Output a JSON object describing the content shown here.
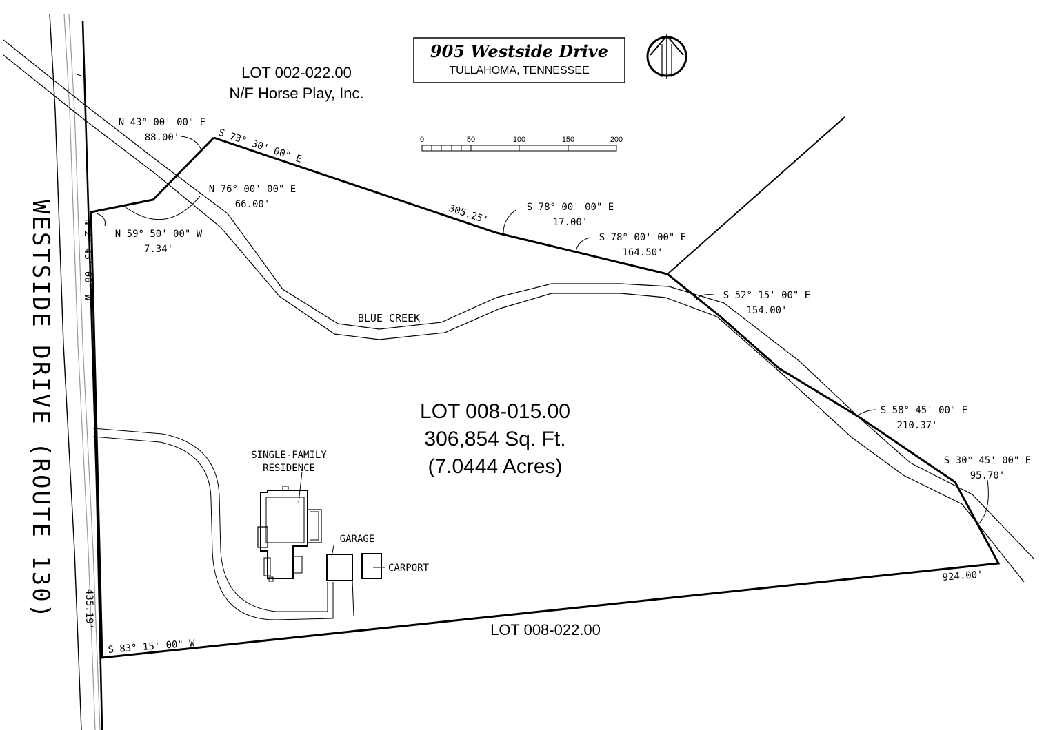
{
  "title": {
    "address": "905 Westside Drive",
    "city": "TULLAHOMA, TENNESSEE"
  },
  "north_arrow": {
    "icon": "north-arrow-icon"
  },
  "scale_bar": {
    "labels": [
      "0",
      "50",
      "100",
      "150",
      "200"
    ]
  },
  "road": {
    "name": "WESTSIDE DRIVE (ROUTE 130)"
  },
  "creek": {
    "name": "BLUE CREEK"
  },
  "lots": {
    "north": {
      "id": "LOT 002-022.00",
      "owner": "N/F Horse Play, Inc."
    },
    "south": {
      "id": "LOT 008-022.00"
    },
    "subject": {
      "id": "LOT 008-015.00",
      "area_sqft": "306,854 Sq. Ft.",
      "area_acres": "(7.0444 Acres)"
    }
  },
  "structures": {
    "residence_line1": "SINGLE-FAMILY",
    "residence_line2": "RESIDENCE",
    "garage": "GARAGE",
    "carport": "CARPORT"
  },
  "calls": {
    "n43": {
      "bearing": "N 43° 00' 00\" E",
      "distance": "88.00'"
    },
    "s73": {
      "bearing": "S 73° 30' 00\" E",
      "distance": "305.25'"
    },
    "n76": {
      "bearing": "N 76° 00' 00\" E",
      "distance": "66.00'"
    },
    "n59": {
      "bearing": "N 59° 50' 00\" W",
      "distance": "7.34'"
    },
    "n2": {
      "bearing": "N 2° 45' 00\" W",
      "distance": "435.19'"
    },
    "s78a": {
      "bearing": "S 78° 00' 00\" E",
      "distance": "17.00'"
    },
    "s78b": {
      "bearing": "S 78° 00' 00\" E",
      "distance": "164.50'"
    },
    "s52": {
      "bearing": "S 52° 15' 00\" E",
      "distance": "154.00'"
    },
    "s58": {
      "bearing": "S 58° 45' 00\" E",
      "distance": "210.37'"
    },
    "s30": {
      "bearing": "S 30° 45' 00\" E",
      "distance": "95.70'"
    },
    "s83": {
      "bearing": "S 83° 15' 00\" W",
      "distance": "924.00'"
    }
  }
}
